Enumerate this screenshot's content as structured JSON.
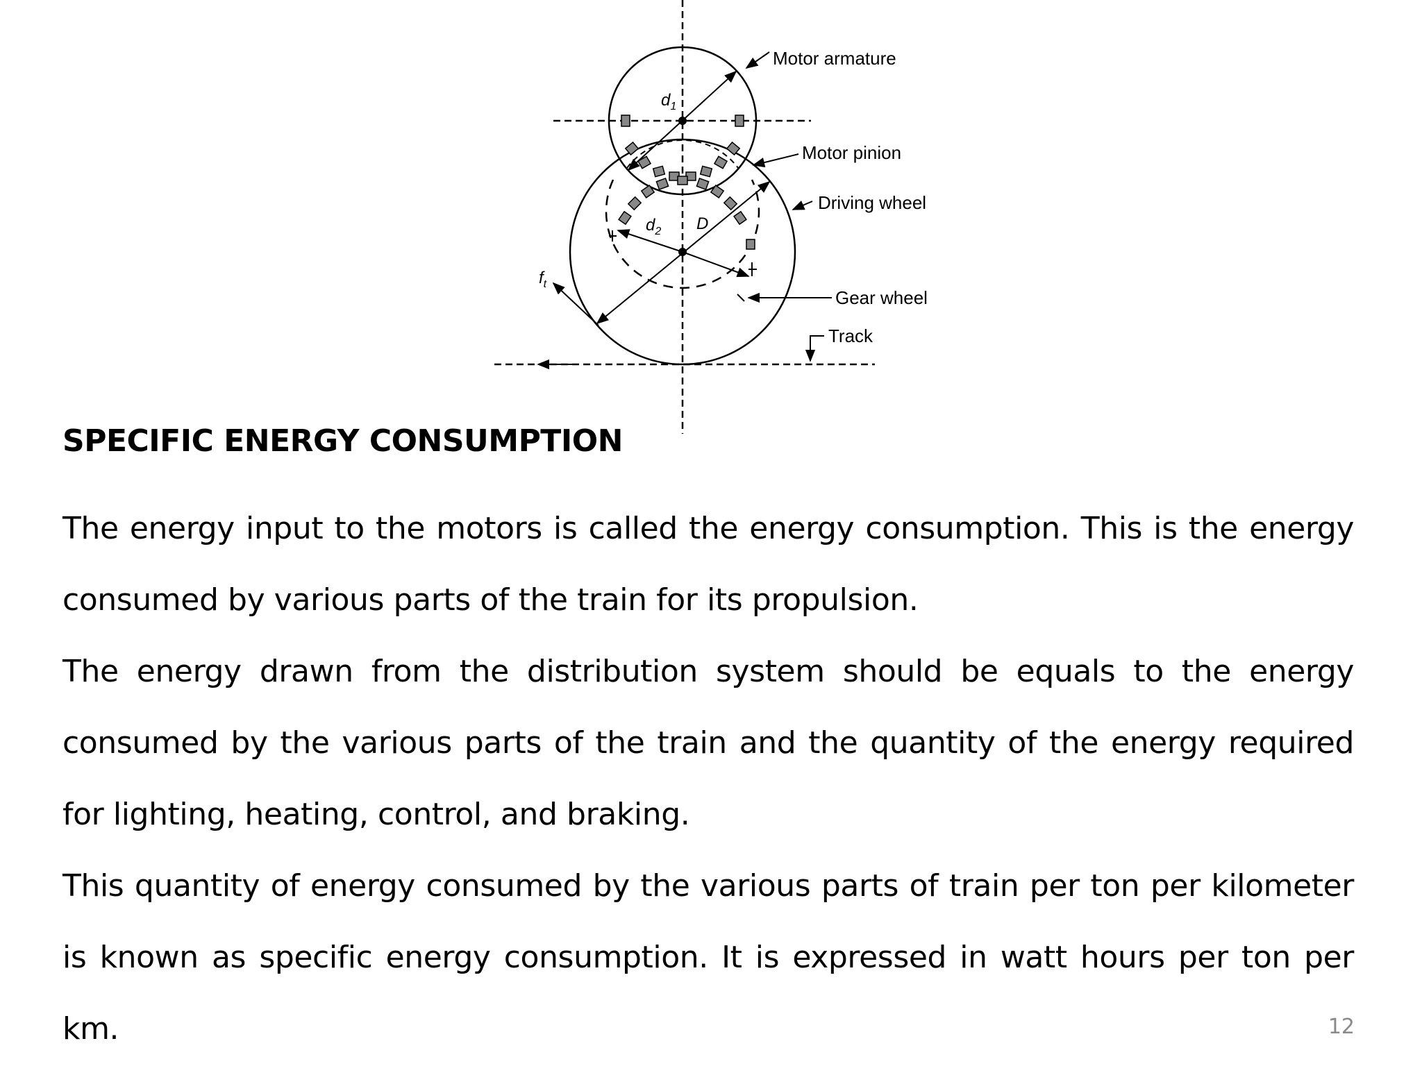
{
  "diagram": {
    "labels": {
      "motor_armature": "Motor armature",
      "motor_pinion": "Motor pinion",
      "driving_wheel": "Driving wheel",
      "gear_wheel": "Gear wheel",
      "track": "Track",
      "d1_base": "d",
      "d1_sub": "1",
      "d2_base": "d",
      "d2_sub": "2",
      "D": "D",
      "ft_base": "f",
      "ft_sub": "t"
    }
  },
  "section": {
    "title": "SPECIFIC ENERGY CONSUMPTION",
    "paragraphs": [
      "The energy input to the motors is called the energy consumption. This is the energy consumed by various parts of the train for its propulsion.",
      "The energy drawn from the distribution system should be equals to the energy consumed by the various parts of the train and the quantity of the energy required for lighting, heating, control, and braking.",
      "This quantity of energy consumed by the various parts of train per ton per kilometer is known as specific energy consumption. It is expressed in watt hours per ton per km."
    ]
  },
  "page_number": "12"
}
